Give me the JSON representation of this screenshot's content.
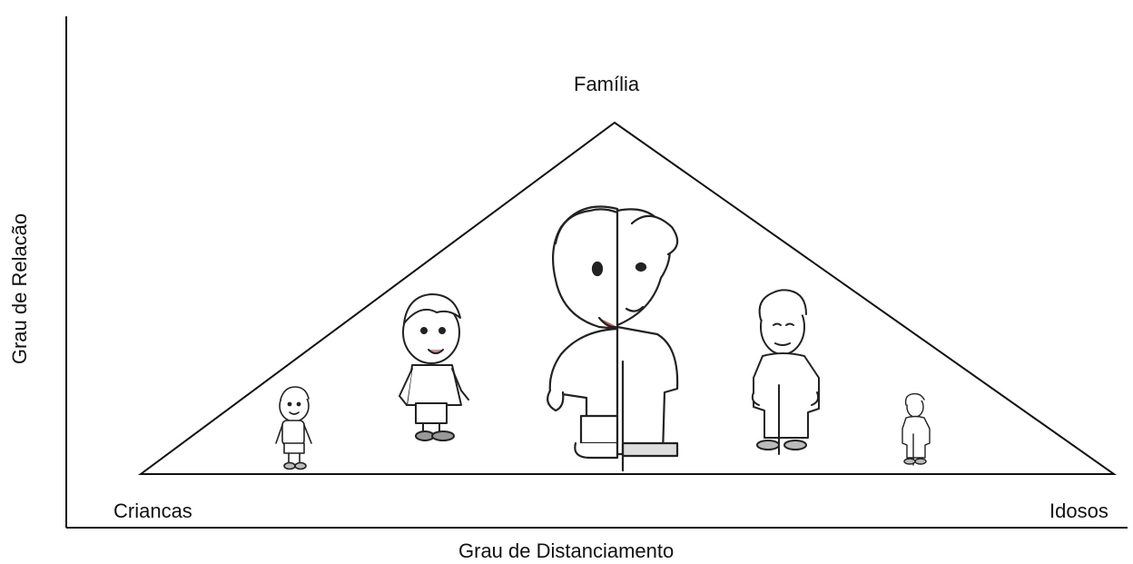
{
  "diagram": {
    "apex_label": "Família",
    "left_label": "Criancas",
    "right_label": "Idosos",
    "x_axis_label": "Grau de Distanciamento",
    "y_axis_label": "Grau de Relacão",
    "figures": [
      {
        "name": "small-child-figure",
        "kind": "child"
      },
      {
        "name": "child-figure",
        "kind": "child"
      },
      {
        "name": "child-elder-split-figure",
        "kind": "mixed"
      },
      {
        "name": "elder-figure",
        "kind": "elder"
      },
      {
        "name": "small-elder-figure",
        "kind": "elder"
      }
    ]
  }
}
